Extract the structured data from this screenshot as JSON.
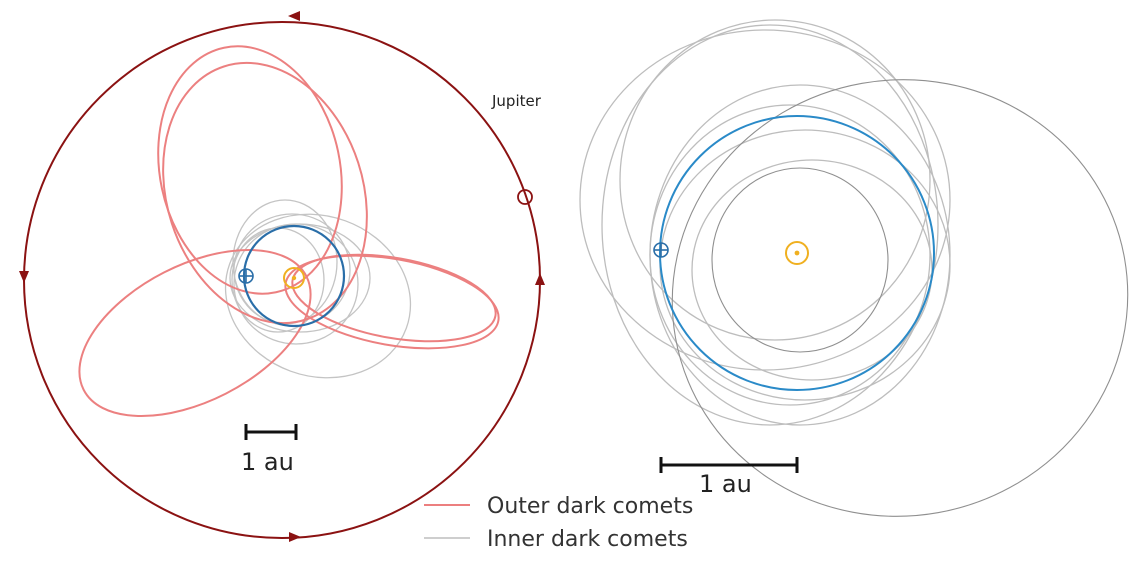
{
  "labels": {
    "jupiter": "Jupiter",
    "scale_left": "1 au",
    "scale_right": "1 au"
  },
  "legend": {
    "outer": "Outer dark comets",
    "inner": "Inner dark comets"
  },
  "colors": {
    "outer_orbit": "#ec7f7f",
    "inner_orbit": "#bdbdbd",
    "inner_orbit_dark": "#8f8f8f",
    "earth_orbit": "#2a6ea8",
    "jupiter_orbit": "#8b1212",
    "sun": "#f0b020",
    "scale_bar": "#111111"
  },
  "icons": {
    "sun": "sun-symbol-icon",
    "earth": "earth-symbol-icon",
    "jupiter": "jupiter-marker-icon"
  }
}
